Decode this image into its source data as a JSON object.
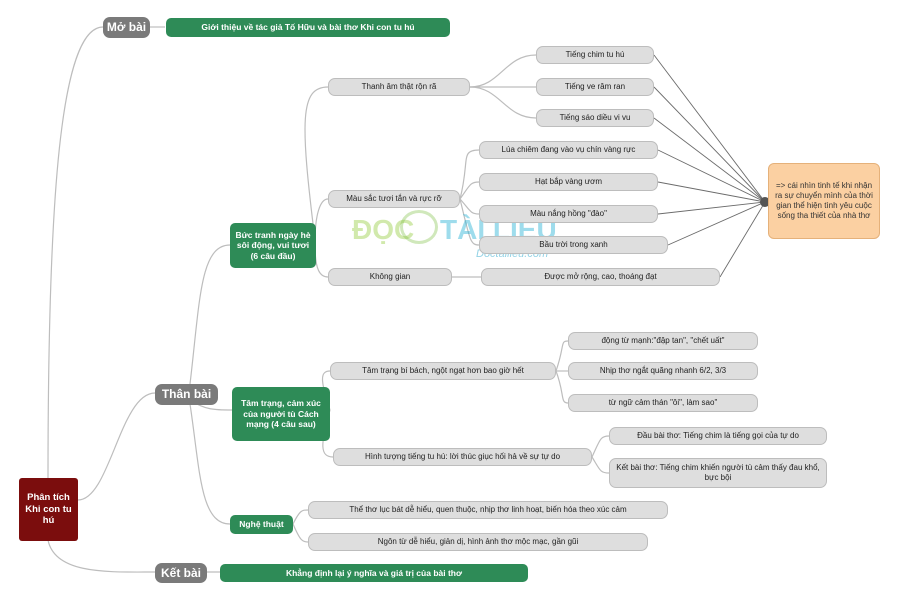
{
  "root": "Phân tích Khi con tu hú",
  "mo_bai": {
    "label": "Mở bài",
    "content": "Giới thiệu về tác giả Tố Hữu và bài thơ Khi con tu hú"
  },
  "than_bai": {
    "label": "Thân bài",
    "buc_tranh": {
      "label": "Bức tranh ngày hè sôi động, vui tươi (6 câu đầu)",
      "thanh_am": {
        "label": "Thanh âm thật rộn rã",
        "items": [
          "Tiếng chim tu hú",
          "Tiếng ve râm ran",
          "Tiếng sáo diều vi vu"
        ]
      },
      "mau_sac": {
        "label": "Màu sắc tươi tắn và rực rỡ",
        "items": [
          "Lúa chiêm đang vào vụ chín vàng rực",
          "Hạt bắp vàng ươm",
          "Màu nắng hồng \"đào\"",
          "Bầu trời trong xanh"
        ]
      },
      "khong_gian": {
        "label": "Không gian",
        "item": "Được mở rộng, cao, thoáng đạt"
      },
      "conclusion": "=> cái nhìn tinh tế khi nhận ra sự chuyển mình của thời gian thể hiện tình yêu cuộc sống tha thiết của nhà thơ"
    },
    "tam_trang": {
      "label": "Tâm trạng, cảm xúc của người tù Cách mạng (4 câu sau)",
      "bi_bach": {
        "label": "Tâm trạng bí bách, ngột ngạt hơn bao giờ hết",
        "items": [
          "động từ mạnh:\"đập tan\", \"chết uất\"",
          "Nhịp thơ ngắt quãng nhanh 6/2, 3/3",
          "từ ngữ cảm thán \"ôi\", làm sao\""
        ]
      },
      "hinh_tuong": {
        "label": "Hình tượng tiếng tu hú: lời thúc giục hối hả về sự tự do",
        "items": [
          "Đầu bài thơ: Tiếng chim là tiếng gọi của tự do",
          "Kết bài thơ: Tiếng chim khiến người tù cảm thấy đau khổ, bực bội"
        ]
      }
    },
    "nghe_thuat": {
      "label": "Nghệ thuật",
      "items": [
        "Thể thơ lục bát dễ hiểu, quen thuộc, nhịp thơ linh hoạt, biến hóa theo xúc cảm",
        "Ngôn từ dễ hiểu, giản dị, hình ảnh thơ mộc mạc, gần gũi"
      ]
    }
  },
  "ket_bai": {
    "label": "Kết bài",
    "content": "Khẳng định lại ý nghĩa và giá trị của bài thơ"
  },
  "watermark": {
    "brand_left": "ĐỌC",
    "brand_right": "TÀI LIỆU",
    "url": "Doctailieu.com"
  },
  "colors": {
    "root": "#7b0d0d",
    "section": "#7a7a7a",
    "green": "#2e8b57",
    "grey": "#dedede",
    "orange": "#fbd0a2"
  }
}
